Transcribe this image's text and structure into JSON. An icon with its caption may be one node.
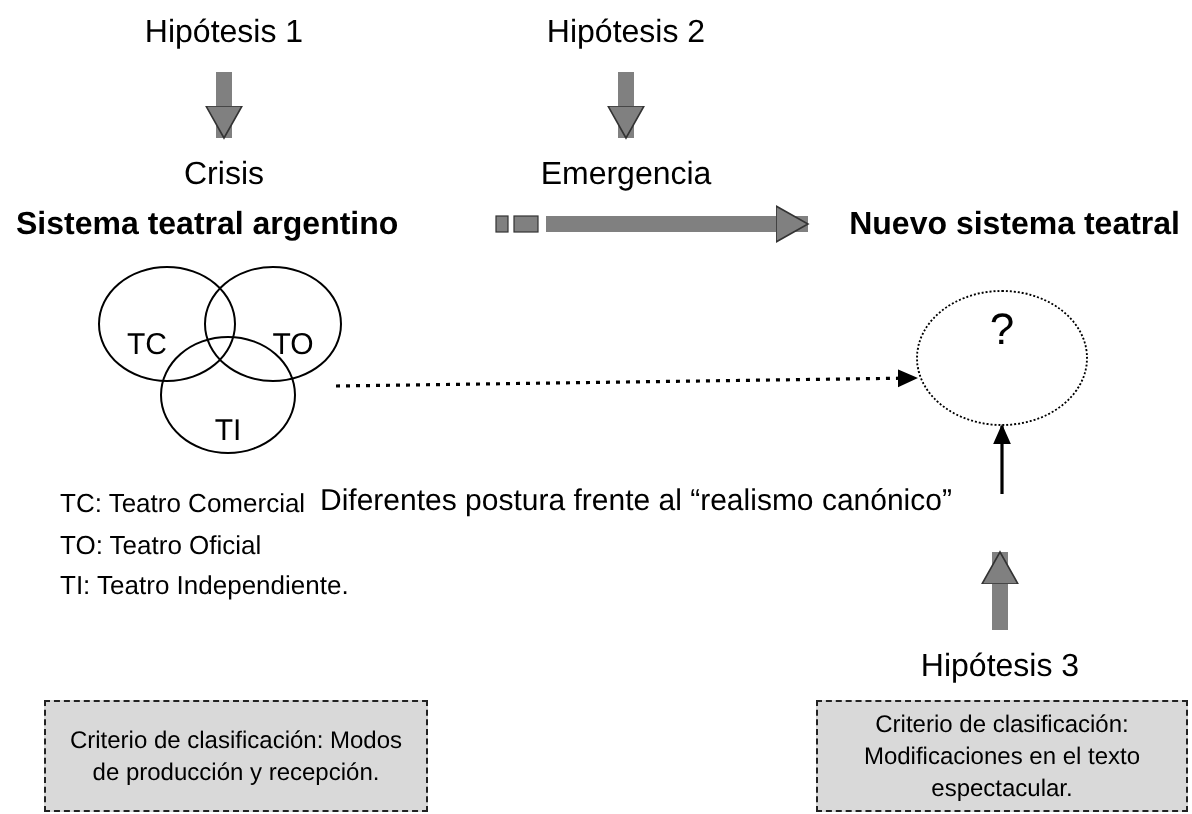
{
  "diagram": {
    "nodes": [
      {
        "text": [
          "Hipótesis 1"
        ]
      },
      {
        "text": [
          "Crisis"
        ]
      },
      {
        "text": [
          "Hipótesis 2"
        ]
      },
      {
        "text": [
          "Emergencia"
        ]
      },
      {
        "text": [
          "Sistema teatral argentino"
        ]
      },
      {
        "text": [
          "Nuevo sistema teatral"
        ]
      },
      {
        "text": [
          "TC"
        ]
      },
      {
        "text": [
          "TO"
        ]
      },
      {
        "text": [
          "TI"
        ]
      },
      {
        "text": [
          "?"
        ]
      },
      {
        "text": [
          "Hipótesis 3"
        ]
      },
      {
        "text": [
          "Criterio de clasificación: Modos de producción y recepción."
        ]
      },
      {
        "text": [
          "Criterio de clasificación: Modificaciones en el texto espectacular."
        ]
      }
    ],
    "edges": [
      {
        "from": 0,
        "to": 1,
        "arrow": "to"
      },
      {
        "from": 2,
        "to": 3,
        "arrow": "to"
      },
      {
        "from": 3,
        "to": 5,
        "arrow": "to"
      },
      {
        "from": 7,
        "to": 9,
        "arrow": "to",
        "style": "dashed",
        "color": "#000000"
      },
      {
        "from": null,
        "to": 9,
        "arrow": "to",
        "color": "#000000"
      },
      {
        "from": 10,
        "to": null,
        "arrow": "to"
      }
    ],
    "labels": [
      "TC: Teatro Comercial",
      "Diferentes  postura frente al “realismo canónico”",
      "TO: Teatro Oficial",
      "TI: Teatro Independiente."
    ]
  }
}
